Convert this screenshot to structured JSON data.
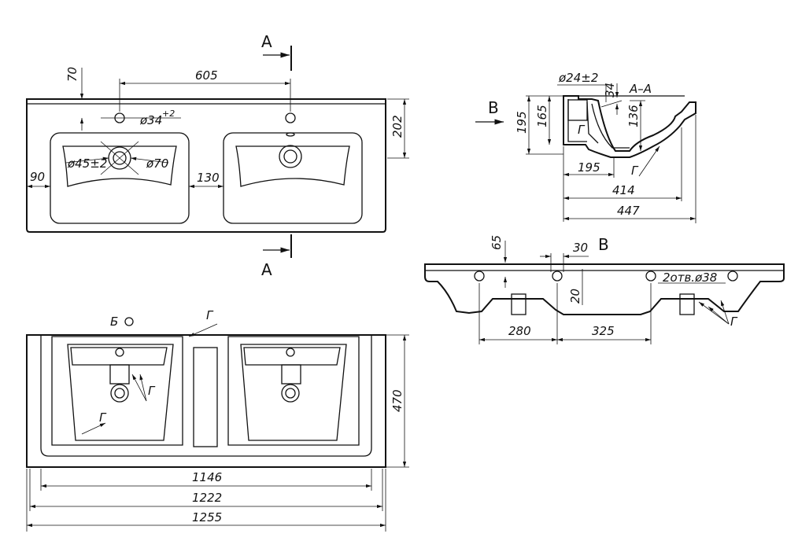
{
  "top_view": {
    "section_label_top": "A",
    "section_label_bottom": "A",
    "dims": {
      "d70": "70",
      "d605": "605",
      "d202": "202",
      "d90": "90",
      "d130": "130",
      "phi34": "ø34",
      "phi34_tol": "+2",
      "phi45": "ø45±2",
      "phi70": "ø70"
    }
  },
  "section_view": {
    "view_arrow_label": "B",
    "section_title": "A–A",
    "dims": {
      "phi24": "ø24±2",
      "d34": "34",
      "d195v": "195",
      "d165": "165",
      "d136": "136",
      "g1": "Г",
      "g2": "Г",
      "d195h": "195",
      "d414": "414",
      "d447": "447"
    }
  },
  "view_b": {
    "title": "B",
    "dims": {
      "d65": "65",
      "d30": "30",
      "d20": "20",
      "holes": "2отв.ø38",
      "d280": "280",
      "d325": "325",
      "g": "Г"
    }
  },
  "bottom_view": {
    "b_label": "Б",
    "dims": {
      "g_top": "Г",
      "g_mid": "Г",
      "g_left": "Г",
      "d470": "470",
      "d1146": "1146",
      "d1222": "1222",
      "d1255": "1255"
    }
  }
}
